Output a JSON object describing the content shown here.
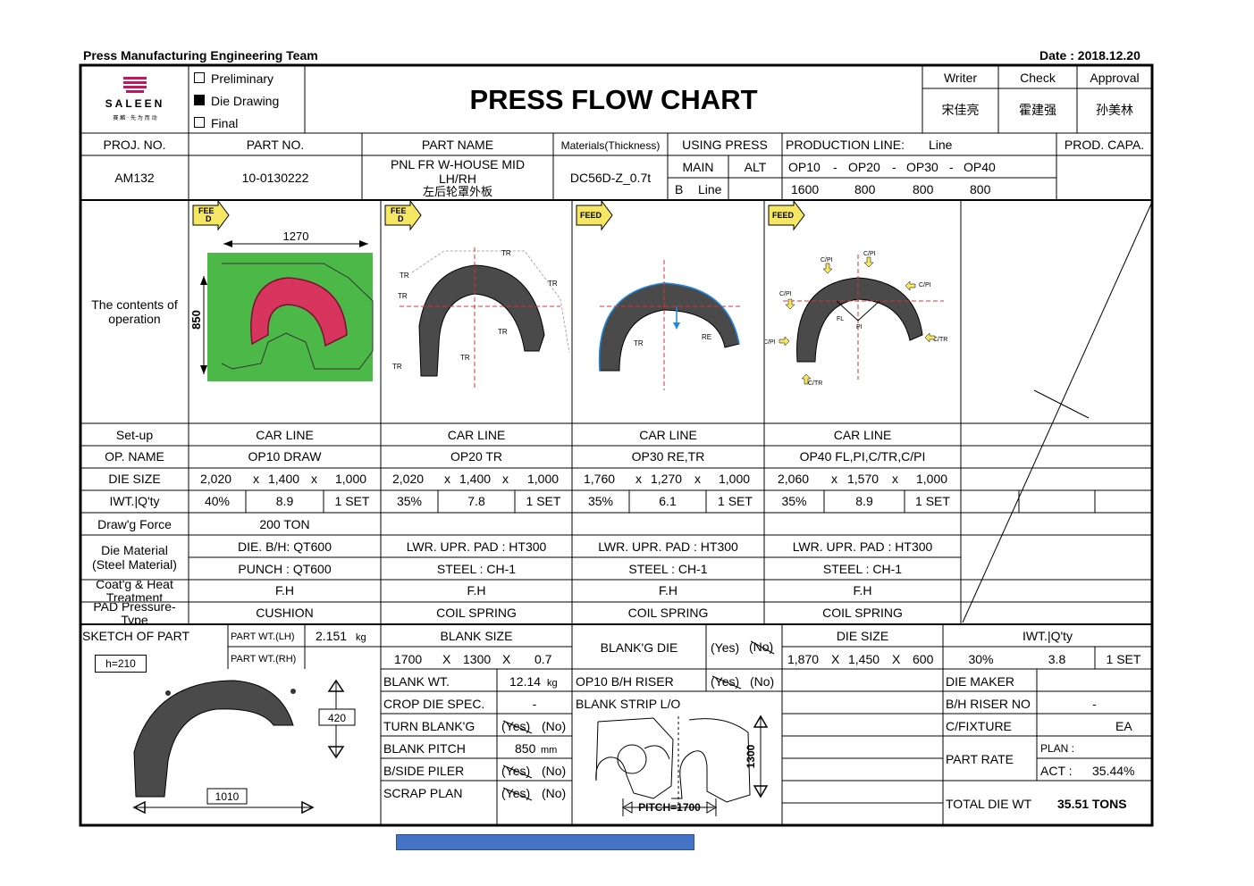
{
  "header": {
    "team": "Press Manufacturing Engineering Team",
    "date": "Date : 2018.12.20",
    "title": "PRESS FLOW CHART",
    "logo_text": "SALEEN",
    "logo_sub": "赛 麟 · 先 为 而 动",
    "status": [
      {
        "label": "Preliminary",
        "checked": false
      },
      {
        "label": "Die Drawing",
        "checked": true
      },
      {
        "label": "Final",
        "checked": false
      }
    ],
    "signoff": {
      "writer_label": "Writer",
      "check_label": "Check",
      "approval_label": "Approval",
      "writer": "宋佳亮",
      "check": "霍建强",
      "approval": "孙美林"
    }
  },
  "info": {
    "proj_no_label": "PROJ.  NO.",
    "part_no_label": "PART NO.",
    "part_name_label": "PART NAME",
    "materials_label": "Materials(Thickness)",
    "using_press_label": "USING PRESS",
    "production_line_label": "PRODUCTION LINE:",
    "production_line_value": "Line",
    "prod_capa_label": "PROD. CAPA.",
    "proj_no": "AM132",
    "part_no": "10-0130222",
    "part_name_1": "PNL FR W-HOUSE MID",
    "part_name_2": "LH/RH",
    "part_name_3": "左后轮罩外板",
    "material": "DC56D-Z_0.7t",
    "main": "MAIN",
    "alt": "ALT",
    "b": "B",
    "line": "Line",
    "ops": [
      "OP10",
      "-",
      "OP20",
      "-",
      "OP30",
      "-",
      "OP40"
    ],
    "press": [
      "1600",
      "800",
      "800",
      "800"
    ]
  },
  "operation_label": "The contents of\noperation",
  "figures": {
    "feed": "FEED",
    "feed_split": [
      "FEE",
      "D"
    ],
    "op10_width": "1270",
    "op10_height": "850",
    "tr": "TR",
    "re": "RE",
    "fl": "FL",
    "pi": "PI",
    "cpi": "C/PI",
    "ctr": "C/TR"
  },
  "rows": {
    "setup_label": "Set-up",
    "op_name_label": "OP. NAME",
    "die_size_label": "DIE SIZE",
    "iwt_label": "IWT.|Q'ty",
    "draw_force_label": "Draw'g Force",
    "die_material_label_1": "Die Material",
    "die_material_label_2": "(Steel Material)",
    "coat_label_1": "Coat'g & Heat",
    "coat_label_2": "Treatment",
    "pad_label_1": "PAD Pressure-",
    "pad_label_2": "Type",
    "x": "x",
    "ops": [
      {
        "setup": "CAR LINE",
        "name": "OP10 DRAW",
        "die": [
          "2,020",
          "1,400",
          "1,000"
        ],
        "iwt": [
          "40%",
          "8.9",
          "1 SET"
        ],
        "force": "200 TON",
        "mat1": "DIE. B/H:  QT600",
        "mat2": "PUNCH : QT600",
        "coat": "F.H",
        "pad": "CUSHION"
      },
      {
        "setup": "CAR LINE",
        "name": "OP20  TR",
        "die": [
          "2,020",
          "1,400",
          "1,000"
        ],
        "iwt": [
          "35%",
          "7.8",
          "1 SET"
        ],
        "force": "",
        "mat1": "LWR. UPR. PAD : HT300",
        "mat2": "STEEL : CH-1",
        "coat": "F.H",
        "pad": "COIL SPRING"
      },
      {
        "setup": "CAR LINE",
        "name": "OP30 RE,TR",
        "die": [
          "1,760",
          "1,270",
          "1,000"
        ],
        "iwt": [
          "35%",
          "6.1",
          "1 SET"
        ],
        "force": "",
        "mat1": "LWR. UPR. PAD : HT300",
        "mat2": "STEEL : CH-1",
        "coat": "F.H",
        "pad": "COIL SPRING"
      },
      {
        "setup": "CAR LINE",
        "name": "OP40  FL,PI,C/TR,C/PI",
        "die": [
          "2,060",
          "1,570",
          "1,000"
        ],
        "iwt": [
          "35%",
          "8.9",
          "1 SET"
        ],
        "force": "",
        "mat1": "LWR. UPR. PAD : HT300",
        "mat2": "STEEL : CH-1",
        "coat": "F.H",
        "pad": "COIL SPRING"
      }
    ]
  },
  "bottom": {
    "sketch_label": "SKETCH OF PART",
    "h": "h=210",
    "part_wt_lh_label": "PART WT.(LH)",
    "part_wt_lh": "2.151",
    "kg": "kg",
    "part_wt_rh_label": "PART WT.(RH)",
    "sketch_height": "420",
    "sketch_width": "1010",
    "blank_size_label": "BLANK SIZE",
    "blank_size": [
      "1700",
      "X",
      "1300",
      "X",
      "0.7"
    ],
    "blanking_die_label": "BLANK'G DIE",
    "yes": "(Yes)",
    "no": "(No)",
    "die_size_label": "DIE SIZE",
    "die_size": [
      "1,870",
      "X",
      "1,450",
      "X",
      "600"
    ],
    "iwt_label": "IWT.|Q'ty",
    "iwt": [
      "30%",
      "3.8",
      "1 SET"
    ],
    "blank_wt_label": "BLANK WT.",
    "blank_wt": "12.14",
    "op10_riser_label": "OP10 B/H RISER",
    "die_maker_label": "DIE MAKER",
    "crop_die_label": "CROP DIE SPEC.",
    "crop_die": "-",
    "strip_label": "BLANK STRIP L/O",
    "bh_riser_no_label": "B/H RISER NO",
    "bh_riser_no": "-",
    "turn_blank_label": "TURN BLANK'G",
    "c_fixture_label": "C/FIXTURE",
    "c_fixture": "EA",
    "blank_pitch_label": "BLANK PITCH",
    "blank_pitch": "850",
    "mm": "mm",
    "side_piler_label": "B/SIDE PILER",
    "scrap_plan_label": "SCRAP PLAN",
    "part_rate_label": "PART RATE",
    "plan_label": "PLAN :",
    "act_label": "ACT :",
    "act": "35.44%",
    "total_die_wt_label": "TOTAL DIE WT",
    "total_die_wt": "35.51 TONS",
    "strip_height": "1300",
    "pitch": "PITCH=1700"
  }
}
